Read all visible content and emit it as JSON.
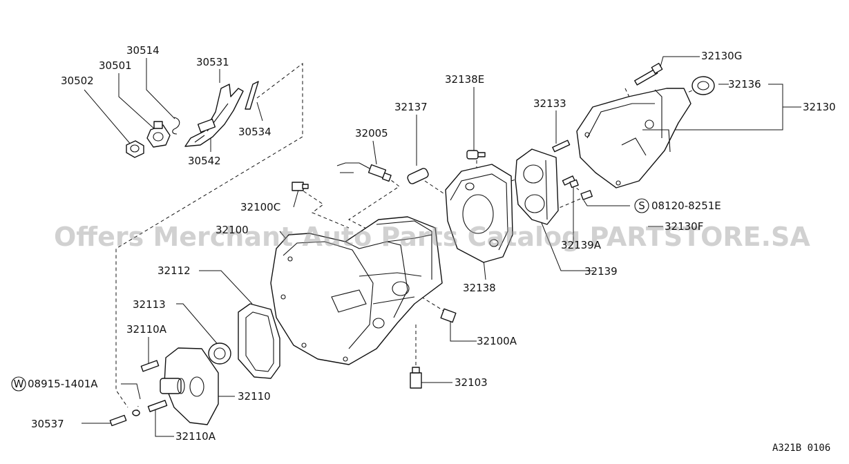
{
  "watermark": "Offers Merchant Auto Parts Catalog PARTSTORE.SA",
  "diagram_ref": "A321B 0106",
  "part_labels": {
    "p30502": "30502",
    "p30501": "30501",
    "p30514": "30514",
    "p30531": "30531",
    "p30534": "30534",
    "p30542": "30542",
    "p32005": "32005",
    "p32137": "32137",
    "p32138E": "32138E",
    "p32133": "32133",
    "p32130G": "32130G",
    "p32136": "32136",
    "p32130": "32130",
    "p08120": "08120-8251E",
    "p32130F": "32130F",
    "p32100C": "32100C",
    "p32100": "32100",
    "p32139A": "32139A",
    "p32139": "32139",
    "p32138": "32138",
    "p32112": "32112",
    "p32113": "32113",
    "p32110A_top": "32110A",
    "p08915": "08915-1401A",
    "p32110": "32110",
    "p30537": "30537",
    "p32110A_bottom": "32110A",
    "p32100A": "32100A",
    "p32103": "32103"
  },
  "symbols": {
    "s_mark": "S",
    "w_mark": "W"
  }
}
